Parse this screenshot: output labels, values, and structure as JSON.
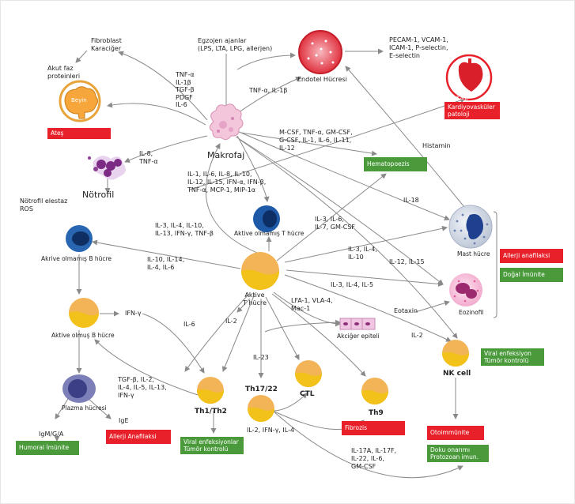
{
  "colors": {
    "red_box": "#e8202a",
    "green_box": "#4a9a3b",
    "arrow": "#8a8a8a",
    "cell_yellow": "#f2c21a",
    "cell_orange": "#f3b458",
    "nucleus_blue": "#1f5aa8"
  },
  "nodes": {
    "macrophage": "Makrofaj",
    "neutrophil": "Nötrofil",
    "endothelial": "Endotel Hücresi",
    "heart": "Kalp",
    "brain": "Beyin",
    "activated_t": "Aktive\nT hücre",
    "unactivated_t": "Aktive olmamış T hücre",
    "unactivated_b": "Akrive olmamış B hücre",
    "activated_b": "Aktive olmuş B hücre",
    "plasma": "Plazma hücresi",
    "th1": "Th1/Th2",
    "th17": "Th17/22",
    "ctl": "CTL",
    "th9": "Th9",
    "nk": "NK cell",
    "mast": "Mast hücre",
    "eosinophil": "Eozinofil",
    "lung_epithelium": "Akciğer epiteli"
  },
  "texts": {
    "exogenous": "Egzojen ajanlar\n(LPS, LTA, LPG, allerjen)",
    "fibroblast": "Fibroblast\nKaraciğer",
    "acute_phase": "Akut faz\nproteinleri",
    "adhesion": "PECAM-1, VCAM-1,\nICAM-1, P-selectin,\nE-selectin",
    "histamine": "Histamin",
    "neutrophil_products": "Nötrofil elestaz\nROS",
    "eotaxin": "Eotaxin"
  },
  "cytokines": {
    "mac_left": "TNF-α\nIL-1β\nTGF-β\nPDGF\nIL-6",
    "mac_endo": "TNF-α, IL-1β",
    "mac_neutro": "IL-8,\nTNF-α",
    "mac_right": "M-CSF, TNF-α, GM-CSF,\nG-CSF, IL-1, IL-6, IL-11,\nIL-12",
    "mac_down": "IL-1, IL-6, IL-8, IL-10,\nIL-12, IL-15, IFN-α, IFN-β,\nTNF-α, MCP-1, MIP-1α",
    "mac_il18": "IL-18",
    "t_to_mac": "IL-3, IL-4, IL-10,\nIL-13, IFN-γ, TNF-β",
    "t_hemato": "IL-3, IL-6,\nIL-7, GM-CSF",
    "t_mast": "IL-3, IL-4,\nIL-10",
    "t_nk": "IL-12, IL-15",
    "t_b": "IL-10, IL-14,\nIL-4, IL-6",
    "t_eos": "IL-3, IL-4, IL-5",
    "t_lfa": "LFA-1, VLA-4,\nMac-1",
    "il6": "IL-6",
    "il2": "IL-2",
    "ifn_g": "IFN-γ",
    "il23": "IL-23",
    "il2_nk": "IL-2",
    "th_plasma": "TGF-β, IL-2,\nIL-4, IL-5, IL-13,\nIFN-γ",
    "ige": "IgE",
    "igm": "IgM/G/A",
    "ctl_cyto": "IL-2, IFN-γ, IL-4",
    "th17_cyto": "IL-17A, IL-17F,\nIL-22, IL-6,\nGM-CSF"
  },
  "boxes": {
    "fever": "Ateş",
    "cardio": "Kardiyovasküler\npatoloji",
    "hemato": "Hematopoezis",
    "allergy_right": "Allerji anafilaksi",
    "innate": "Doğal İmünite",
    "viral_nk": "Viral enfeksiyon\nTümör kontrolü",
    "autoimmune": "Otoimmünite",
    "tissue_repair": "Doku onarımı\nProtozoan imun.",
    "humoral": "Humoral İmünite",
    "allergy_left": "Allerji Anafilaksi",
    "viral_th": "Viral enfeksiyonlar\nTümör kontrolü",
    "fibrosis": "Fibrozis"
  }
}
